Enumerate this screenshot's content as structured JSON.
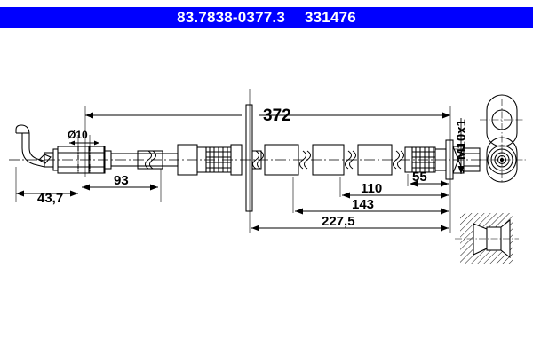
{
  "header": {
    "part_number": "83.7838-0377.3",
    "reference_number": "331476",
    "background_color": "#0000ff",
    "text_color": "#ffffff"
  },
  "drawing": {
    "title": "brake-hose-technical-drawing",
    "line_color": "#000000",
    "background_color": "#ffffff",
    "dimensions": {
      "overall_length": "372",
      "banjo_end_length": "43,7",
      "bore_diameter": "Ø10",
      "first_segment": "93",
      "thread_spec": "M10x1",
      "from_bracket_55": "55",
      "from_bracket_110": "110",
      "from_bracket_143": "143",
      "from_bracket_227": "227,5"
    },
    "details": {
      "eye_bracket_view": "bracket-end-view",
      "section_view": "fitting-section-view"
    }
  }
}
